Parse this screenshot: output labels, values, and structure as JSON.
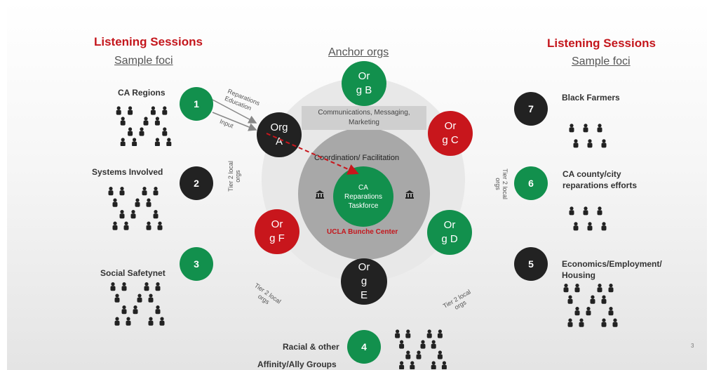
{
  "colors": {
    "red": "#c8161c",
    "green": "#12904d",
    "dark": "#222222"
  },
  "left_header": {
    "title": "Listening Sessions",
    "subtitle": "Sample foci"
  },
  "right_header": {
    "title": "Listening Sessions",
    "subtitle": "Sample foci"
  },
  "anchor_title": "Anchor orgs",
  "sessions": [
    {
      "num": "1",
      "label": "CA Regions"
    },
    {
      "num": "2",
      "label": "Systems Involved"
    },
    {
      "num": "3",
      "label": "Social Safetynet"
    },
    {
      "num": "4",
      "label_line1": "Racial & other",
      "label_line2": "Affinity/Ally Groups"
    },
    {
      "num": "5",
      "label_line1": "Economics/Employment/",
      "label_line2": "Housing"
    },
    {
      "num": "6",
      "label_line1": "CA county/city",
      "label_line2": "reparations efforts"
    },
    {
      "num": "7",
      "label": "Black Farmers"
    }
  ],
  "orgs": {
    "a": {
      "l1": "Org",
      "l2": "A"
    },
    "b": {
      "l1": "Or",
      "l2": "g B"
    },
    "c": {
      "l1": "Or",
      "l2": "g C"
    },
    "d": {
      "l1": "Or",
      "l2": "g D"
    },
    "e": {
      "l1": "Or",
      "l2": "g",
      "l3": "E"
    },
    "f": {
      "l1": "Or",
      "l2": "g F"
    }
  },
  "communications": {
    "l1": "Communications, Messaging,",
    "l2": "Marketing"
  },
  "coordination": "Coordination/ Facilitation",
  "taskforce": {
    "l1": "CA",
    "l2": "Reparations",
    "l3": "Taskforce"
  },
  "ucla": "UCLA Bunche Center",
  "flow_labels": {
    "reparations": "Reparations",
    "education": "Education",
    "input": "Input"
  },
  "tier2": "Tier 2 local orgs",
  "tier2_l1": "Tier 2 local",
  "tier2_l2": "orgs",
  "page_number": "3",
  "icons": {
    "people": "people-group-icon",
    "bank": "bank-icon"
  }
}
